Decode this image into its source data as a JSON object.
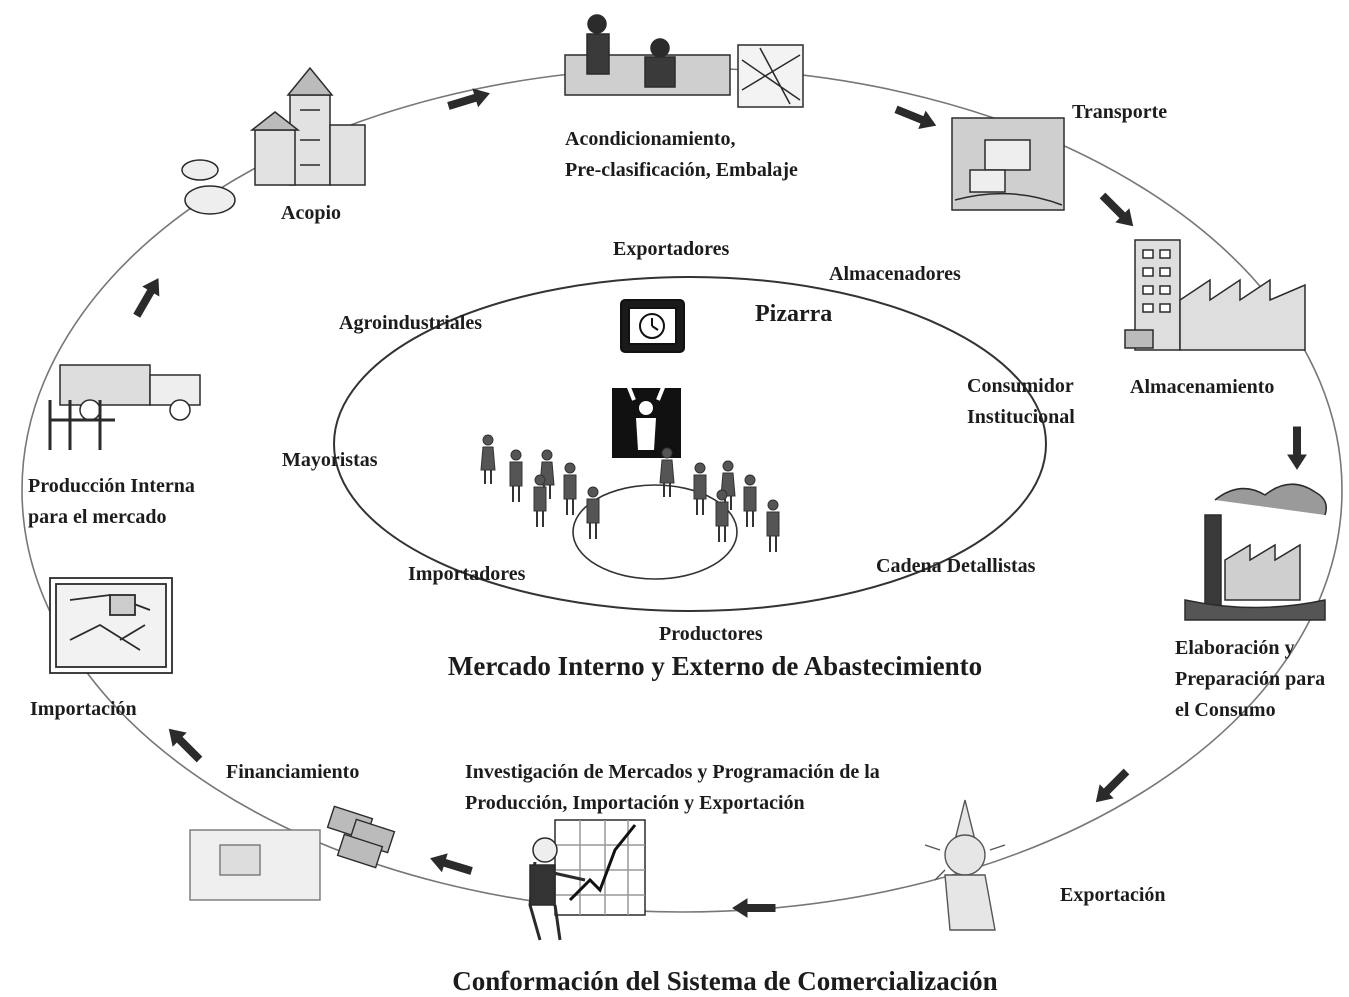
{
  "titles": {
    "main": "Conformación del Sistema de Comercialización",
    "inner": "Mercado Interno y Externo de Abastecimiento"
  },
  "cycle": {
    "acondicionamiento": [
      "Acondicionamiento,",
      "Pre-clasificación, Embalaje"
    ],
    "transporte": "Transporte",
    "almacenamiento": "Almacenamiento",
    "elaboracion": [
      "Elaboración y",
      "Preparación para",
      "el Consumo"
    ],
    "exportacion": "Exportación",
    "investigacion": [
      "Investigación de Mercados y Programación de la",
      "Producción, Importación y Exportación"
    ],
    "financiamiento": "Financiamiento",
    "importacion": "Importación",
    "produccion": [
      "Producción Interna",
      "para el mercado"
    ],
    "acopio": "Acopio"
  },
  "market": {
    "exportadores": "Exportadores",
    "almacenadores": "Almacenadores",
    "agroindustriales": "Agroindustriales",
    "pizarra": "Pizarra",
    "consumidor": [
      "Consumidor",
      "Institucional"
    ],
    "mayoristas": "Mayoristas",
    "importadores": "Importadores",
    "cadena": "Cadena Detallistas",
    "productores": "Productores"
  },
  "colors": {
    "ink": "#1c1c1c",
    "line": "#6e6e6e",
    "icon_fill": "#d8d8d8",
    "icon_dark": "#2b2b2b"
  }
}
